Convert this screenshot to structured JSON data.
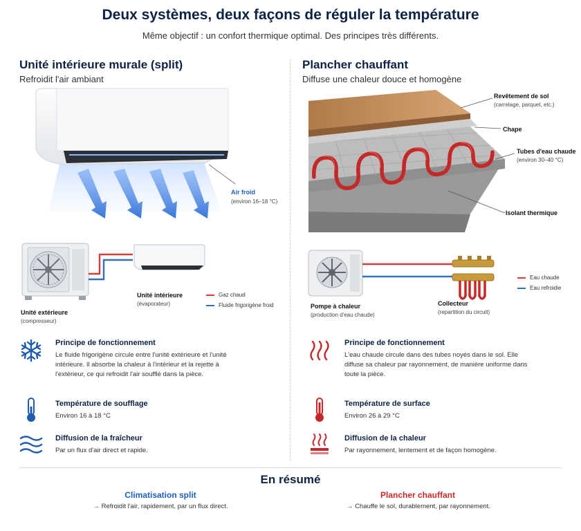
{
  "header": {
    "title": "Deux systèmes, deux façons de réguler la température",
    "subtitle": "Même objectif : un confort thermique optimal. Des principes très différents."
  },
  "left": {
    "title": "Unité intérieure murale (split)",
    "subtitle": "Refroidit l'air ambiant",
    "air_label": "Air froid",
    "air_sub": "(environ 16–18 °C)",
    "indoor_label": "Unité intérieure",
    "indoor_sub": "(évaporateur)",
    "outdoor_label": "Unité extérieure",
    "outdoor_sub": "(compresseur)",
    "legend_hot": "Gaz chaud",
    "legend_cold": "Fluide frigorigène froid",
    "features": [
      {
        "icon": "snowflake-icon",
        "title": "Principe de fonctionnement",
        "text": "Le fluide frigorigène circule entre l'unité extérieure et l'unité intérieure. Il absorbe la chaleur à l'intérieur et la rejette à l'extérieur, ce qui refroidit l'air soufflé dans la pièce."
      },
      {
        "icon": "thermometer-cold-icon",
        "title": "Température de soufflage",
        "text": "Environ 16 à 18 °C"
      },
      {
        "icon": "air-waves-icon",
        "title": "Diffusion de la fraîcheur",
        "text": "Par un flux d'air direct et rapide."
      }
    ]
  },
  "right": {
    "title": "Plancher chauffant",
    "subtitle": "Diffuse une chaleur douce et homogène",
    "layer_revetement": "Revêtement de sol",
    "layer_revetement_sub": "(carrelage, parquet, etc.)",
    "layer_chape": "Chape",
    "layer_tubes": "Tubes d'eau chaude",
    "layer_tubes_sub": "(environ 30–40 °C)",
    "layer_isolant": "Isolant thermique",
    "pump_label": "Pompe à chaleur",
    "pump_sub": "(production d'eau chaude)",
    "collector_label": "Collecteur",
    "collector_sub": "(repartition du circuit)",
    "legend_hot": "Eau chaude",
    "legend_cold": "Eau refroidie",
    "features": [
      {
        "icon": "heat-waves-icon",
        "title": "Principe de fonctionnement",
        "text": "L'eau chaude circule dans des tubes noyés dans le sol. Elle diffuse sa chaleur par rayonnement, de manière uniforme dans toute la pièce."
      },
      {
        "icon": "thermometer-hot-icon",
        "title": "Température de surface",
        "text": "Environ 26 à 29 °C"
      },
      {
        "icon": "radiant-floor-icon",
        "title": "Diffusion de la chaleur",
        "text": "Par rayonnement, lentement et de façon homogène."
      }
    ]
  },
  "summary": {
    "title": "En résumé",
    "left_title": "Climatisation split",
    "left_text": "→ Refroidit l'air, rapidement, par un flux direct.",
    "right_title": "Plancher chauffant",
    "right_text": "→ Chauffe le sol, durablement, par rayonnement."
  },
  "colors": {
    "navy": "#0d2343",
    "blue": "#1e5fb8",
    "red": "#c62828",
    "hot_line": "#d83a3a",
    "cold_line": "#2f6fc4"
  }
}
